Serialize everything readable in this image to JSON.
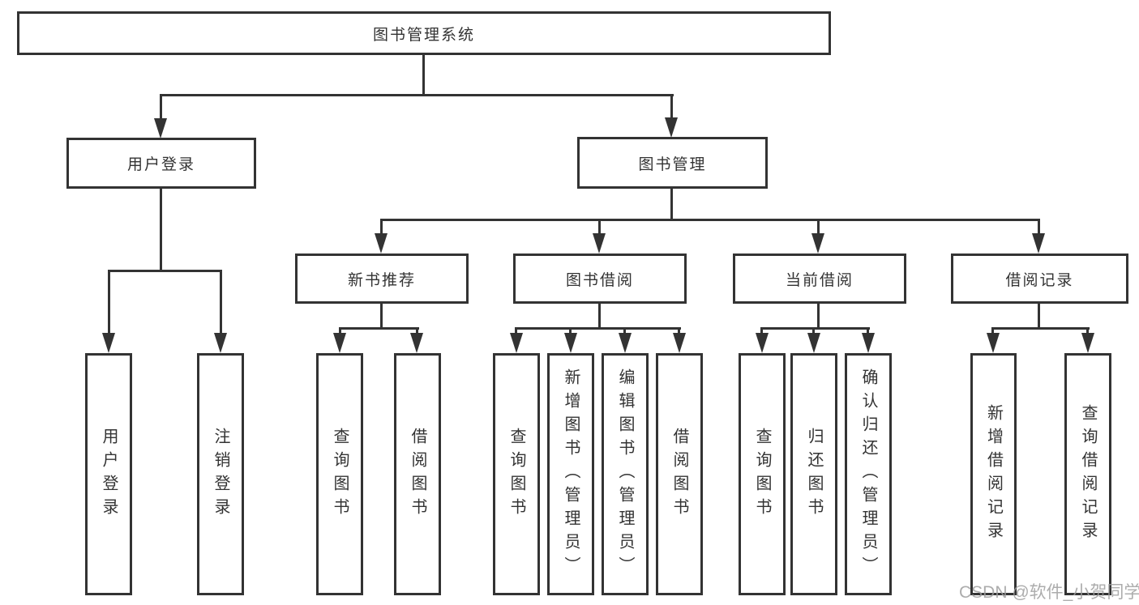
{
  "diagram": {
    "root": {
      "label": "图书管理系统"
    },
    "branches": [
      {
        "label": "用户登录",
        "children": [
          {
            "label": "用户登录"
          },
          {
            "label": "注销登录"
          }
        ]
      },
      {
        "label": "图书管理",
        "groups": [
          {
            "label": "新书推荐",
            "children": [
              {
                "label": "查询图书"
              },
              {
                "label": "借阅图书"
              }
            ]
          },
          {
            "label": "图书借阅",
            "children": [
              {
                "label": "查询图书"
              },
              {
                "label": "新增图书（管理员）"
              },
              {
                "label": "编辑图书（管理员）"
              },
              {
                "label": "借阅图书"
              }
            ]
          },
          {
            "label": "当前借阅",
            "children": [
              {
                "label": "查询图书"
              },
              {
                "label": "归还图书"
              },
              {
                "label": "确认归还（管理员）"
              }
            ]
          },
          {
            "label": "借阅记录",
            "children": [
              {
                "label": "新增借阅记录"
              },
              {
                "label": "查询借阅记录"
              }
            ]
          }
        ]
      }
    ]
  },
  "watermark": {
    "text": "CSDN @软件_小贺同学"
  },
  "colors": {
    "line": "#333333",
    "text": "#333333",
    "watermark": "#9e9e9e",
    "background": "#ffffff"
  }
}
